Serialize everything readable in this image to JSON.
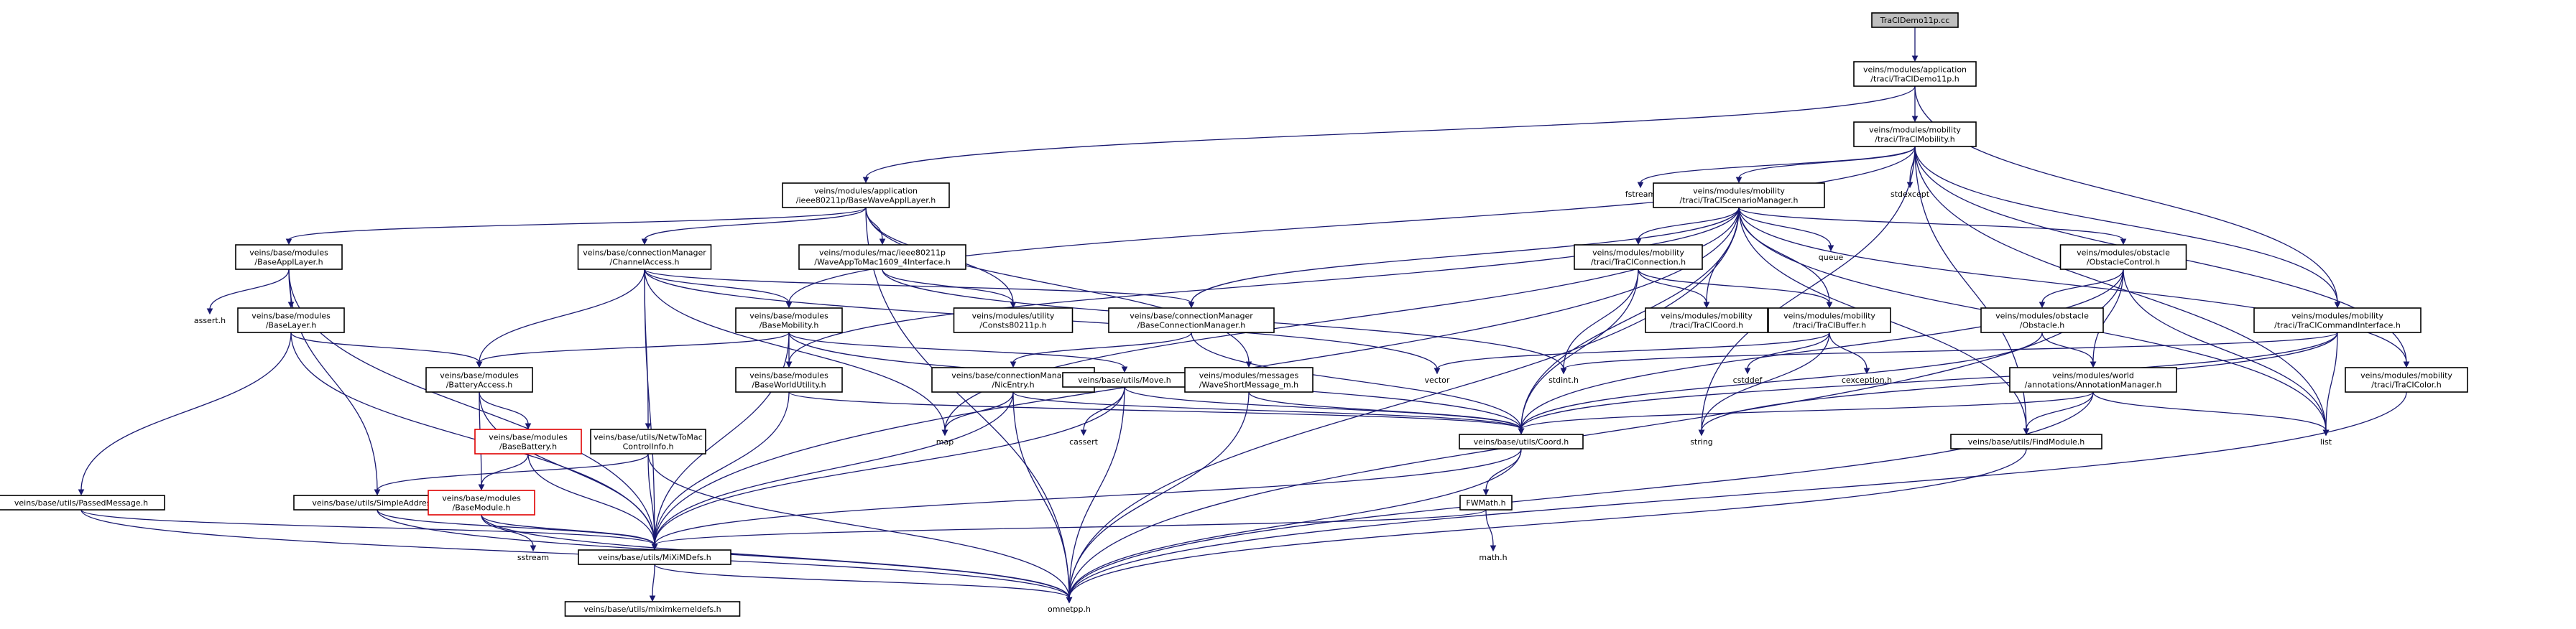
{
  "nodes": [
    {
      "id": "root",
      "lines": [
        "TraCIDemo11p.cc"
      ],
      "style": "root"
    },
    {
      "id": "demo_h",
      "lines": [
        "veins/modules/application",
        "/traci/TraCIDemo11p.h"
      ]
    },
    {
      "id": "mob_h",
      "lines": [
        "veins/modules/mobility",
        "/traci/TraCIMobility.h"
      ]
    },
    {
      "id": "wave_appl",
      "lines": [
        "veins/modules/application",
        "/ieee80211p/BaseWaveApplLayer.h"
      ]
    },
    {
      "id": "fstream",
      "lines": [
        "fstream"
      ],
      "style": "plain"
    },
    {
      "id": "scen_mgr",
      "lines": [
        "veins/modules/mobility",
        "/traci/TraCIScenarioManager.h"
      ]
    },
    {
      "id": "stdexcept",
      "lines": [
        "stdexcept"
      ],
      "style": "plain"
    },
    {
      "id": "base_appl",
      "lines": [
        "veins/base/modules",
        "/BaseApplLayer.h"
      ]
    },
    {
      "id": "chan_access",
      "lines": [
        "veins/base/connectionManager",
        "/ChannelAccess.h"
      ]
    },
    {
      "id": "wave_mac_if",
      "lines": [
        "veins/modules/mac/ieee80211p",
        "/WaveAppToMac1609_4Interface.h"
      ]
    },
    {
      "id": "queue",
      "lines": [
        "queue"
      ],
      "style": "plain"
    },
    {
      "id": "traci_conn",
      "lines": [
        "veins/modules/mobility",
        "/traci/TraCIConnection.h"
      ]
    },
    {
      "id": "obst_ctrl",
      "lines": [
        "veins/modules/obstacle",
        "/ObstacleControl.h"
      ]
    },
    {
      "id": "assert_h",
      "lines": [
        "assert.h"
      ],
      "style": "plain"
    },
    {
      "id": "base_layer",
      "lines": [
        "veins/base/modules",
        "/BaseLayer.h"
      ]
    },
    {
      "id": "base_mob",
      "lines": [
        "veins/base/modules",
        "/BaseMobility.h"
      ]
    },
    {
      "id": "consts",
      "lines": [
        "veins/modules/utility",
        "/Consts80211p.h"
      ]
    },
    {
      "id": "base_conn_mgr",
      "lines": [
        "veins/base/connectionManager",
        "/BaseConnectionManager.h"
      ]
    },
    {
      "id": "traci_coord",
      "lines": [
        "veins/modules/mobility",
        "/traci/TraCICoord.h"
      ]
    },
    {
      "id": "traci_buffer",
      "lines": [
        "veins/modules/mobility",
        "/traci/TraCIBuffer.h"
      ]
    },
    {
      "id": "obstacle_h",
      "lines": [
        "veins/modules/obstacle",
        "/Obstacle.h"
      ]
    },
    {
      "id": "cmd_if",
      "lines": [
        "veins/modules/mobility",
        "/traci/TraCICommandInterface.h"
      ]
    },
    {
      "id": "battery_access",
      "lines": [
        "veins/base/modules",
        "/BatteryAccess.h"
      ]
    },
    {
      "id": "base_world",
      "lines": [
        "veins/base/modules",
        "/BaseWorldUtility.h"
      ]
    },
    {
      "id": "nic_entry",
      "lines": [
        "veins/base/connectionManager",
        "/NicEntry.h"
      ]
    },
    {
      "id": "move_h",
      "lines": [
        "veins/base/utils/Move.h"
      ]
    },
    {
      "id": "wsm",
      "lines": [
        "veins/modules/messages",
        "/WaveShortMessage_m.h"
      ]
    },
    {
      "id": "vector",
      "lines": [
        "vector"
      ],
      "style": "plain"
    },
    {
      "id": "stdint",
      "lines": [
        "stdint.h"
      ],
      "style": "plain"
    },
    {
      "id": "cstddef",
      "lines": [
        "cstddef"
      ],
      "style": "plain"
    },
    {
      "id": "cexception",
      "lines": [
        "cexception.h"
      ],
      "style": "plain"
    },
    {
      "id": "annot_mgr",
      "lines": [
        "veins/modules/world",
        "/annotations/AnnotationManager.h"
      ]
    },
    {
      "id": "traci_color",
      "lines": [
        "veins/modules/mobility",
        "/traci/TraCIColor.h"
      ]
    },
    {
      "id": "base_battery",
      "lines": [
        "veins/base/modules",
        "/BaseBattery.h"
      ],
      "style": "red"
    },
    {
      "id": "net_to_mac",
      "lines": [
        "veins/base/utils/NetwToMac",
        "ControlInfo.h"
      ]
    },
    {
      "id": "map",
      "lines": [
        "map"
      ],
      "style": "plain"
    },
    {
      "id": "cassert",
      "lines": [
        "cassert"
      ],
      "style": "plain"
    },
    {
      "id": "coord",
      "lines": [
        "veins/base/utils/Coord.h"
      ]
    },
    {
      "id": "string",
      "lines": [
        "string"
      ],
      "style": "plain"
    },
    {
      "id": "find_module",
      "lines": [
        "veins/base/utils/FindModule.h"
      ]
    },
    {
      "id": "list",
      "lines": [
        "list"
      ],
      "style": "plain"
    },
    {
      "id": "passed_msg",
      "lines": [
        "veins/base/utils/PassedMessage.h"
      ]
    },
    {
      "id": "simple_addr",
      "lines": [
        "veins/base/utils/SimpleAddress.h"
      ]
    },
    {
      "id": "base_module",
      "lines": [
        "veins/base/modules",
        "/BaseModule.h"
      ],
      "style": "red"
    },
    {
      "id": "fwmath",
      "lines": [
        "FWMath.h"
      ]
    },
    {
      "id": "sstream",
      "lines": [
        "sstream"
      ],
      "style": "plain"
    },
    {
      "id": "mixim_defs",
      "lines": [
        "veins/base/utils/MiXiMDefs.h"
      ]
    },
    {
      "id": "math_h",
      "lines": [
        "math.h"
      ],
      "style": "plain"
    },
    {
      "id": "mixim_kernel",
      "lines": [
        "veins/base/utils/miximkerneldefs.h"
      ]
    },
    {
      "id": "omnetpp",
      "lines": [
        "omnetpp.h"
      ],
      "style": "plain"
    }
  ],
  "edges": [
    [
      "root",
      "demo_h"
    ],
    [
      "demo_h",
      "wave_appl"
    ],
    [
      "demo_h",
      "mob_h"
    ],
    [
      "demo_h",
      "cmd_if"
    ],
    [
      "mob_h",
      "fstream"
    ],
    [
      "mob_h",
      "scen_mgr"
    ],
    [
      "mob_h",
      "stdexcept"
    ],
    [
      "mob_h",
      "base_mob"
    ],
    [
      "mob_h",
      "string"
    ],
    [
      "mob_h",
      "find_module"
    ],
    [
      "mob_h",
      "cmd_if"
    ],
    [
      "mob_h",
      "list"
    ],
    [
      "mob_h",
      "traci_color"
    ],
    [
      "wave_appl",
      "base_appl"
    ],
    [
      "wave_appl",
      "chan_access"
    ],
    [
      "wave_appl",
      "wave_mac_if"
    ],
    [
      "wave_appl",
      "consts"
    ],
    [
      "wave_appl",
      "wsm"
    ],
    [
      "wave_appl",
      "omnetpp"
    ],
    [
      "scen_mgr",
      "queue"
    ],
    [
      "scen_mgr",
      "traci_conn"
    ],
    [
      "scen_mgr",
      "obst_ctrl"
    ],
    [
      "scen_mgr",
      "base_conn_mgr"
    ],
    [
      "scen_mgr",
      "traci_coord"
    ],
    [
      "scen_mgr",
      "traci_buffer"
    ],
    [
      "scen_mgr",
      "coord"
    ],
    [
      "scen_mgr",
      "find_module"
    ],
    [
      "scen_mgr",
      "base_world"
    ],
    [
      "scen_mgr",
      "map"
    ],
    [
      "scen_mgr",
      "traci_color"
    ],
    [
      "scen_mgr",
      "list"
    ],
    [
      "scen_mgr",
      "omnetpp"
    ],
    [
      "scen_mgr",
      "mixim_defs"
    ],
    [
      "base_appl",
      "assert_h"
    ],
    [
      "base_appl",
      "base_layer"
    ],
    [
      "base_appl",
      "simple_addr"
    ],
    [
      "base_appl",
      "mixim_defs"
    ],
    [
      "chan_access",
      "base_mob"
    ],
    [
      "chan_access",
      "battery_access"
    ],
    [
      "chan_access",
      "base_conn_mgr"
    ],
    [
      "chan_access",
      "vector"
    ],
    [
      "chan_access",
      "mixim_defs"
    ],
    [
      "chan_access",
      "net_to_mac"
    ],
    [
      "chan_access",
      "map"
    ],
    [
      "wave_mac_if",
      "consts"
    ],
    [
      "wave_mac_if",
      "stdint"
    ],
    [
      "traci_conn",
      "traci_coord"
    ],
    [
      "traci_conn",
      "traci_buffer"
    ],
    [
      "traci_conn",
      "stdint"
    ],
    [
      "traci_conn",
      "coord"
    ],
    [
      "obst_ctrl",
      "obstacle_h"
    ],
    [
      "obst_ctrl",
      "annot_mgr"
    ],
    [
      "obst_ctrl",
      "coord"
    ],
    [
      "obst_ctrl",
      "list"
    ],
    [
      "obst_ctrl",
      "omnetpp"
    ],
    [
      "base_layer",
      "battery_access"
    ],
    [
      "base_layer",
      "passed_msg"
    ],
    [
      "base_layer",
      "mixim_defs"
    ],
    [
      "base_mob",
      "battery_access"
    ],
    [
      "base_mob",
      "base_world"
    ],
    [
      "base_mob",
      "move_h"
    ],
    [
      "base_mob",
      "coord"
    ],
    [
      "base_mob",
      "mixim_defs"
    ],
    [
      "base_conn_mgr",
      "nic_entry"
    ],
    [
      "base_conn_mgr",
      "coord"
    ],
    [
      "traci_buffer",
      "cstddef"
    ],
    [
      "traci_buffer",
      "cexception"
    ],
    [
      "traci_buffer",
      "string"
    ],
    [
      "traci_buffer",
      "vector"
    ],
    [
      "obstacle_h",
      "coord"
    ],
    [
      "obstacle_h",
      "annot_mgr"
    ],
    [
      "cmd_if",
      "coord"
    ],
    [
      "cmd_if",
      "list"
    ],
    [
      "cmd_if",
      "string"
    ],
    [
      "cmd_if",
      "stdint"
    ],
    [
      "battery_access",
      "base_battery"
    ],
    [
      "battery_access",
      "base_module"
    ],
    [
      "battery_access",
      "mixim_defs"
    ],
    [
      "base_world",
      "coord"
    ],
    [
      "base_world",
      "mixim_defs"
    ],
    [
      "nic_entry",
      "map"
    ],
    [
      "nic_entry",
      "coord"
    ],
    [
      "nic_entry",
      "mixim_defs"
    ],
    [
      "nic_entry",
      "omnetpp"
    ],
    [
      "move_h",
      "cassert"
    ],
    [
      "move_h",
      "coord"
    ],
    [
      "move_h",
      "omnetpp"
    ],
    [
      "move_h",
      "mixim_defs"
    ],
    [
      "wsm",
      "coord"
    ],
    [
      "wsm",
      "omnetpp"
    ],
    [
      "annot_mgr",
      "coord"
    ],
    [
      "annot_mgr",
      "find_module"
    ],
    [
      "annot_mgr",
      "list"
    ],
    [
      "annot_mgr",
      "omnetpp"
    ],
    [
      "traci_color",
      "omnetpp"
    ],
    [
      "base_battery",
      "base_module"
    ],
    [
      "base_battery",
      "mixim_defs"
    ],
    [
      "net_to_mac",
      "simple_addr"
    ],
    [
      "net_to_mac",
      "mixim_defs"
    ],
    [
      "net_to_mac",
      "omnetpp"
    ],
    [
      "coord",
      "fwmath"
    ],
    [
      "coord",
      "mixim_defs"
    ],
    [
      "coord",
      "omnetpp"
    ],
    [
      "find_module",
      "omnetpp"
    ],
    [
      "passed_msg",
      "mixim_defs"
    ],
    [
      "passed_msg",
      "omnetpp"
    ],
    [
      "simple_addr",
      "mixim_defs"
    ],
    [
      "simple_addr",
      "omnetpp"
    ],
    [
      "base_module",
      "sstream"
    ],
    [
      "base_module",
      "mixim_defs"
    ],
    [
      "base_module",
      "omnetpp"
    ],
    [
      "fwmath",
      "math_h"
    ],
    [
      "fwmath",
      "mixim_defs"
    ],
    [
      "mixim_defs",
      "mixim_kernel"
    ],
    [
      "mixim_defs",
      "omnetpp"
    ]
  ]
}
